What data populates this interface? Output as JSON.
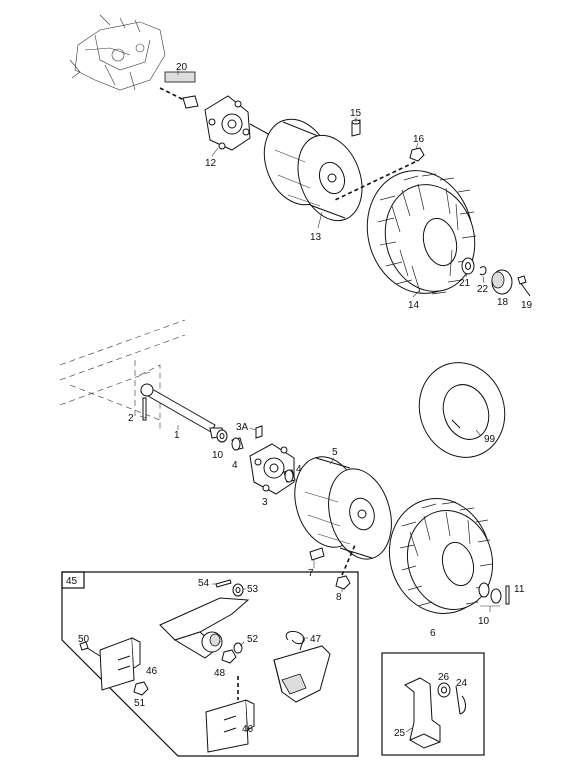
{
  "callouts": [
    {
      "id": "c20",
      "text": "20"
    },
    {
      "id": "c12",
      "text": "12"
    },
    {
      "id": "c15",
      "text": "15"
    },
    {
      "id": "c16",
      "text": "16"
    },
    {
      "id": "c13",
      "text": "13"
    },
    {
      "id": "c21",
      "text": "21"
    },
    {
      "id": "c22",
      "text": "22"
    },
    {
      "id": "c18",
      "text": "18"
    },
    {
      "id": "c19",
      "text": "19"
    },
    {
      "id": "c14",
      "text": "14"
    },
    {
      "id": "c2",
      "text": "2"
    },
    {
      "id": "c1",
      "text": "1"
    },
    {
      "id": "c3A",
      "text": "3A"
    },
    {
      "id": "c10a",
      "text": "10"
    },
    {
      "id": "c4a",
      "text": "4"
    },
    {
      "id": "c4b",
      "text": "4"
    },
    {
      "id": "c3",
      "text": "3"
    },
    {
      "id": "c5",
      "text": "5"
    },
    {
      "id": "c99",
      "text": "99"
    },
    {
      "id": "c7",
      "text": "7"
    },
    {
      "id": "c8",
      "text": "8"
    },
    {
      "id": "c11",
      "text": "11"
    },
    {
      "id": "c10b",
      "text": "10"
    },
    {
      "id": "c6",
      "text": "6"
    },
    {
      "id": "c45",
      "text": "45"
    },
    {
      "id": "c54",
      "text": "54"
    },
    {
      "id": "c53",
      "text": "53"
    },
    {
      "id": "c50",
      "text": "50"
    },
    {
      "id": "c46a",
      "text": "46"
    },
    {
      "id": "c52",
      "text": "52"
    },
    {
      "id": "c48",
      "text": "48"
    },
    {
      "id": "c47",
      "text": "47"
    },
    {
      "id": "c51",
      "text": "51"
    },
    {
      "id": "c46b",
      "text": "46"
    },
    {
      "id": "c26",
      "text": "26"
    },
    {
      "id": "c24",
      "text": "24"
    },
    {
      "id": "c25",
      "text": "25"
    }
  ]
}
